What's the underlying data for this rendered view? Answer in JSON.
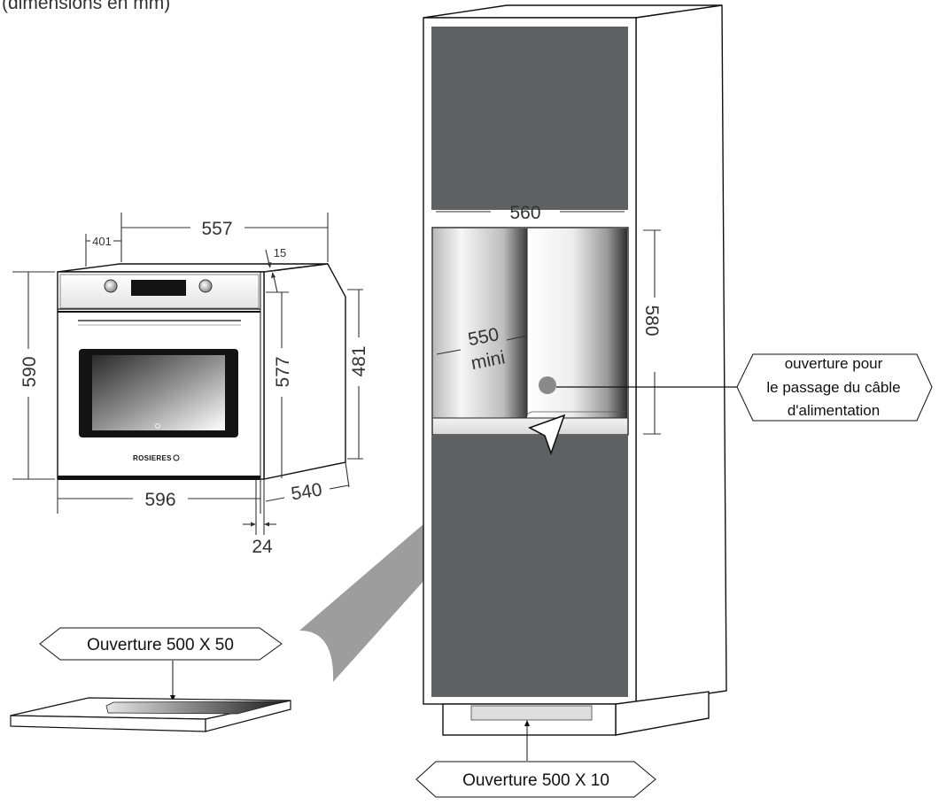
{
  "note": "(dimensions en mm)",
  "oven": {
    "brand": "ROSIERES",
    "dimensions": {
      "top_width": "557",
      "side_offset": "401",
      "top_gap": "15",
      "total_height": "590",
      "front_height": "577",
      "side_height": "481",
      "width": "596",
      "depth": "540",
      "front_thickness": "24"
    }
  },
  "cabinet": {
    "niche_width": "560",
    "niche_depth": "550",
    "niche_depth_qualifier": "mini",
    "niche_height": "580"
  },
  "labels": {
    "cable_opening": {
      "line1": "ouverture pour",
      "line2": "le passage du câble",
      "line3": "d'alimentation"
    },
    "shelf_opening": "Ouverture 500 X 50",
    "plinth_opening": "Ouverture 500 X 10"
  },
  "colors": {
    "cabinet_interior": "#5f6062",
    "pointer_beam": "#9d9d9d",
    "cable_hole": "#8a8a8a",
    "oven_dark": "#141414"
  }
}
